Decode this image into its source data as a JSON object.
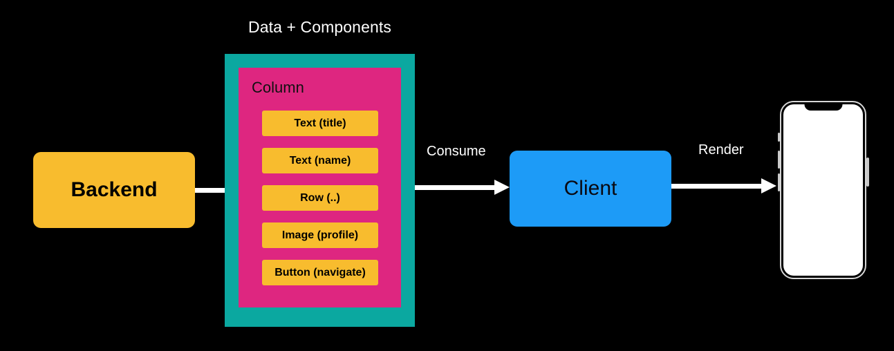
{
  "diagram": {
    "background_color": "#000000",
    "section_title": "Data + Components",
    "nodes": {
      "backend": {
        "label": "Backend",
        "color": "#F8BC2E"
      },
      "container": {
        "outer_color": "#0BA8A0",
        "panel_color": "#DE2680",
        "heading": "Column",
        "components": [
          {
            "label": "Text (title)"
          },
          {
            "label": "Text (name)"
          },
          {
            "label": "Row (..)"
          },
          {
            "label": "Image (profile)"
          },
          {
            "label": "Button (navigate)"
          }
        ],
        "component_color": "#F8BC2E"
      },
      "client": {
        "label": "Client",
        "color": "#1D9BF7"
      },
      "device": {
        "name": "smartphone",
        "screen_color": "#ffffff",
        "frame_color": "#d7d7d7"
      }
    },
    "edges": [
      {
        "name": "backend-to-container",
        "label": "",
        "arrowhead": false
      },
      {
        "name": "container-to-client",
        "label": "Consume",
        "arrowhead": true
      },
      {
        "name": "client-to-device",
        "label": "Render",
        "arrowhead": true
      }
    ],
    "edge_labels": {
      "consume": "Consume",
      "render": "Render"
    }
  }
}
